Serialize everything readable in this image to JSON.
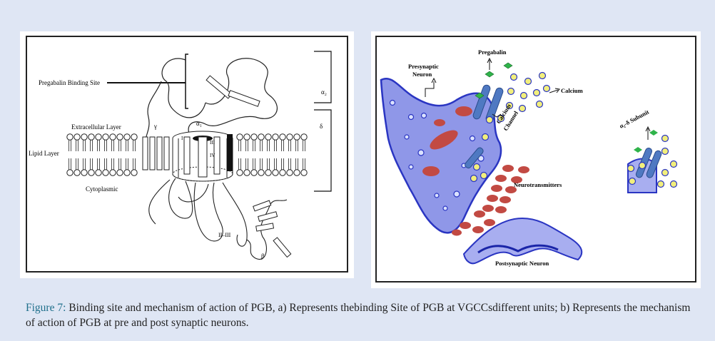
{
  "panel_a": {
    "pregabalin_binding_site": "Pregabalin Binding Site",
    "extracellular_layer": "Extracellular Layer",
    "lipid_layer": "Lipid Layer",
    "cytoplasmic": "Cytoplasmic",
    "alpha2": "α₂",
    "delta": "δ",
    "alpha1": "α₁",
    "gamma": "γ",
    "beta": "β",
    "domain_i": "I",
    "domain_iii": "III",
    "domain_iv": "IV",
    "loop_ii_iii": "II–III"
  },
  "panel_b": {
    "pregabalin": "Pregabalin",
    "presynaptic_neuron": "Presynaptic Neuron",
    "presynaptic_line1": "Presynaptic",
    "presynaptic_line2": "Neuron",
    "calcium": "Calcium",
    "calcium_channel_line1": "Calcium",
    "calcium_channel_line2": "Channel",
    "neurotransmitters": "Neurotransmitters",
    "postsynaptic_neuron": "Postsynaptic Neuron",
    "subunit": "α₂-δ Subunit"
  },
  "caption": {
    "label": "Figure 7:",
    "text": " Binding site and mechanism of action of PGB, a) Represents thebinding Site of PGB at VGCCsdifferent units; b) Represents the mechanism of action of PGB at pre and post synaptic neurons."
  },
  "colors": {
    "background": "#dfe6f4",
    "neuron_fill": "#8f97e8",
    "vesicle": "#c24a43",
    "calcium": "#f2ef7c",
    "pregabalin": "#2fb34a",
    "channel": "#4f79c2",
    "caption_label": "#1f6f8b"
  }
}
